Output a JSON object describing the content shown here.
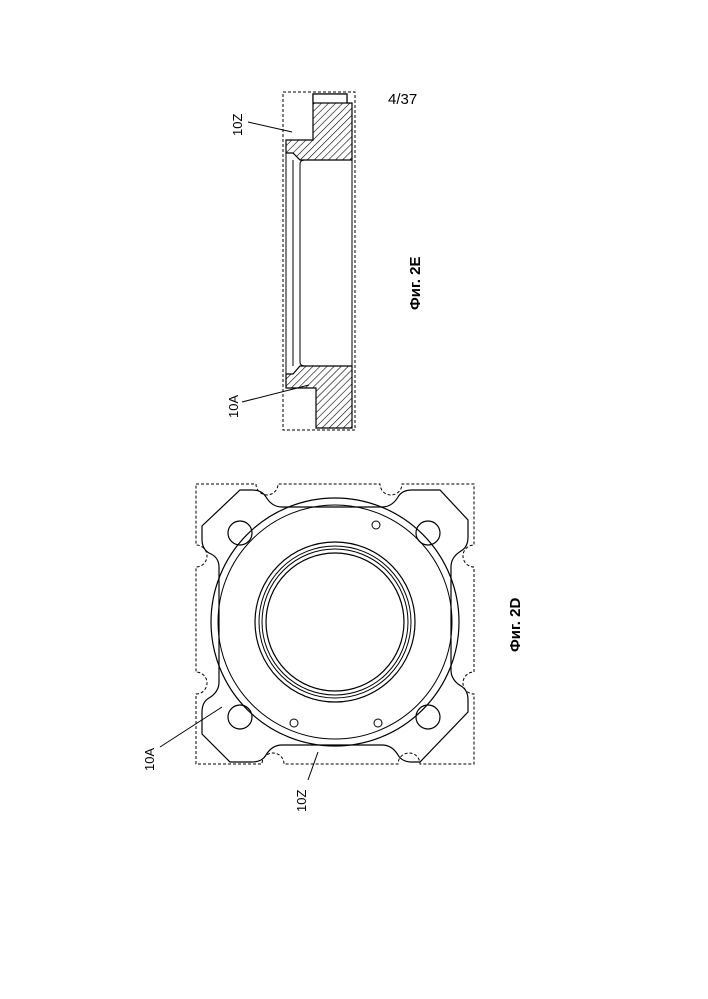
{
  "page_number": "4/37",
  "figure_2e": {
    "caption": "Фиг. 2E",
    "labels": {
      "outline_ref": "10Z",
      "part_ref": "10A"
    }
  },
  "figure_2d": {
    "caption": "Фиг. 2D",
    "labels": {
      "part_ref": "10A",
      "outline_ref": "10Z"
    }
  }
}
